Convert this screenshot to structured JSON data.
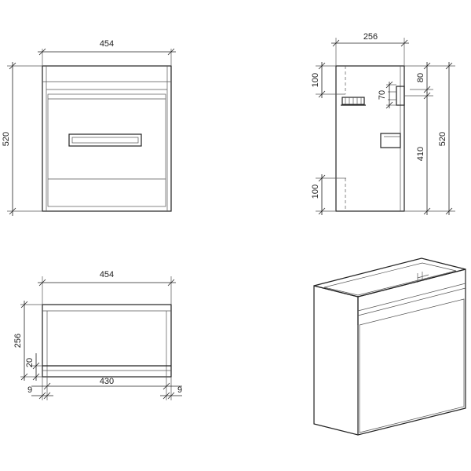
{
  "views": {
    "front": {
      "width_label": "454",
      "height_label": "520"
    },
    "side": {
      "depth_label": "256",
      "height_label": "520",
      "top_gap_label": "100",
      "bottom_gap_label": "100",
      "upper_label": "80",
      "pipe_label": "70",
      "lower_label": "410"
    },
    "top": {
      "width_label": "454",
      "depth_label": "256",
      "ledge_label": "20",
      "inner_label": "430",
      "left_margin_label": "9",
      "right_margin_label": "9"
    },
    "iso": {}
  },
  "colors": {
    "line": "#222222",
    "background": "#ffffff"
  }
}
